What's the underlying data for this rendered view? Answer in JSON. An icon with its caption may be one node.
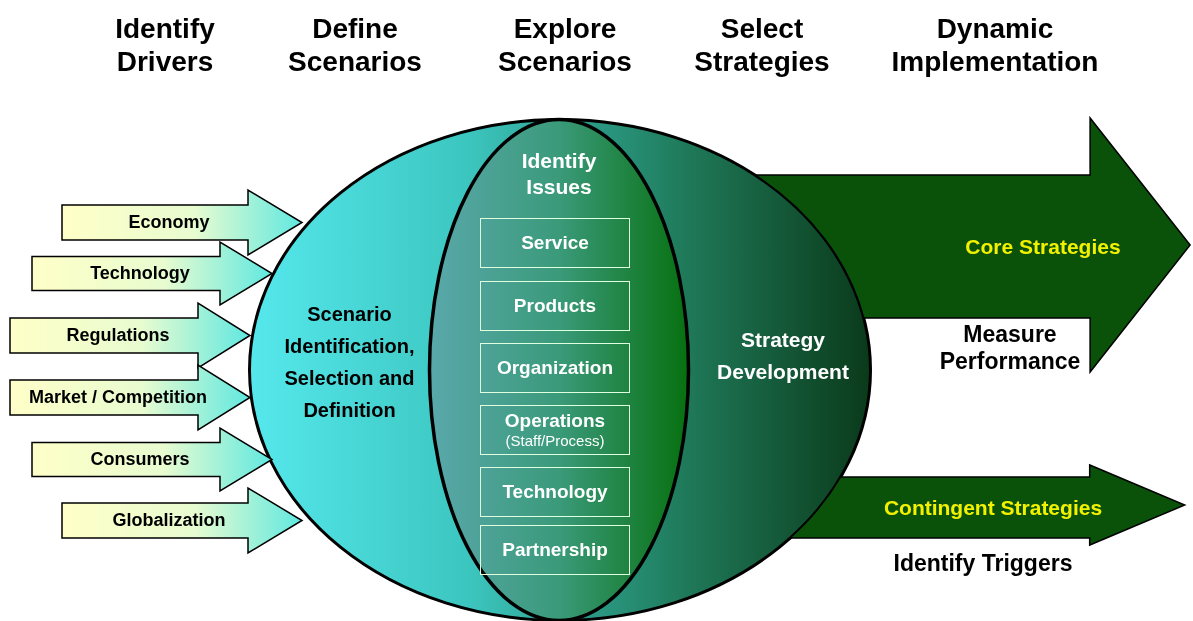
{
  "diagram": {
    "nodes": [
      {
        "text": [
          "Scenario Identification, Selection and Definition",
          "Strategy Development"
        ]
      },
      {
        "text": [
          "Identify Issues"
        ],
        "in": 0
      },
      {
        "text": [
          "Service"
        ],
        "in": 1
      },
      {
        "text": [
          "Products"
        ],
        "in": 1
      },
      {
        "text": [
          "Organization"
        ],
        "in": 1
      },
      {
        "text": [
          "Operations",
          "(Staff/Process)"
        ],
        "in": 1
      },
      {
        "text": [
          "Technology"
        ],
        "in": 1
      },
      {
        "text": [
          "Partnership"
        ],
        "in": 1
      },
      {
        "text": [
          "Economy"
        ]
      },
      {
        "text": [
          "Technology"
        ]
      },
      {
        "text": [
          "Regulations"
        ]
      },
      {
        "text": [
          "Market / Competition"
        ]
      },
      {
        "text": [
          "Consumers"
        ]
      },
      {
        "text": [
          "Globalization"
        ]
      },
      {
        "text": [
          "Core Strategies"
        ],
        "beside": [
          "Measure Performance"
        ]
      },
      {
        "text": [
          "Contingent Strategies"
        ],
        "beside": [
          "Identify Triggers"
        ]
      }
    ],
    "labels": [
      "Identify Drivers",
      "Define Scenarios",
      "Explore Scenarios",
      "Select Strategies",
      "Dynamic Implementation"
    ]
  }
}
